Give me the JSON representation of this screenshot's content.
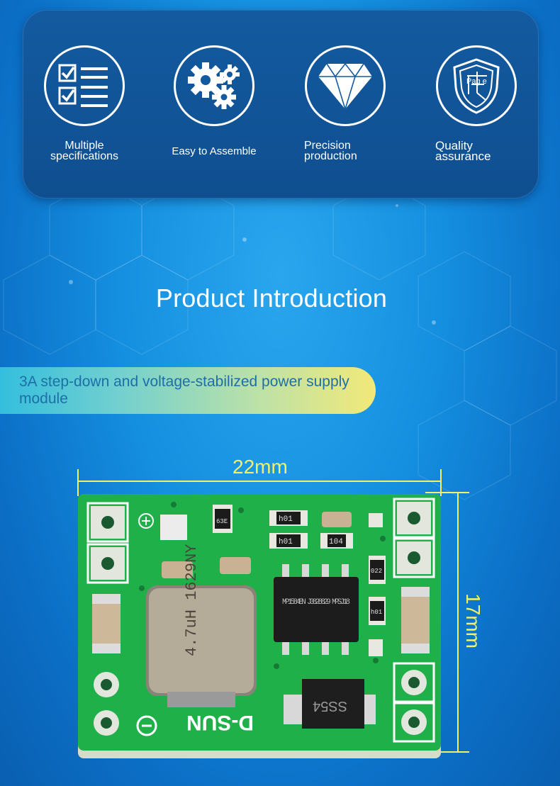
{
  "features": [
    {
      "label": "Multiple specifications",
      "icon": "checklist-icon"
    },
    {
      "label": "Easy to Assemble",
      "icon": "gears-icon"
    },
    {
      "label": "Precision production",
      "icon": "diamond-icon"
    },
    {
      "label": "Quality assurance",
      "icon": "shield-icon",
      "icon_caption": "Pag e"
    }
  ],
  "intro_title": "Product Introduction",
  "banner_text": "3A step-down and voltage-stabilized power supply module",
  "dimensions": {
    "width": "22mm",
    "height": "17mm"
  },
  "board": {
    "inductor_marking": "4.7uH 1629NY",
    "ic_marking": "MP1584EN J3828829 MPSJ18",
    "diode_marking": "SS54",
    "silkscreen": "D-SUN",
    "resistor_codes": [
      "h01",
      "h01",
      "104",
      "022",
      "h01",
      "63E"
    ]
  },
  "colors": {
    "background": "#1590e0",
    "card": "#135aa0",
    "dimension": "#f3f06a",
    "pcb": "#1fb04a"
  }
}
